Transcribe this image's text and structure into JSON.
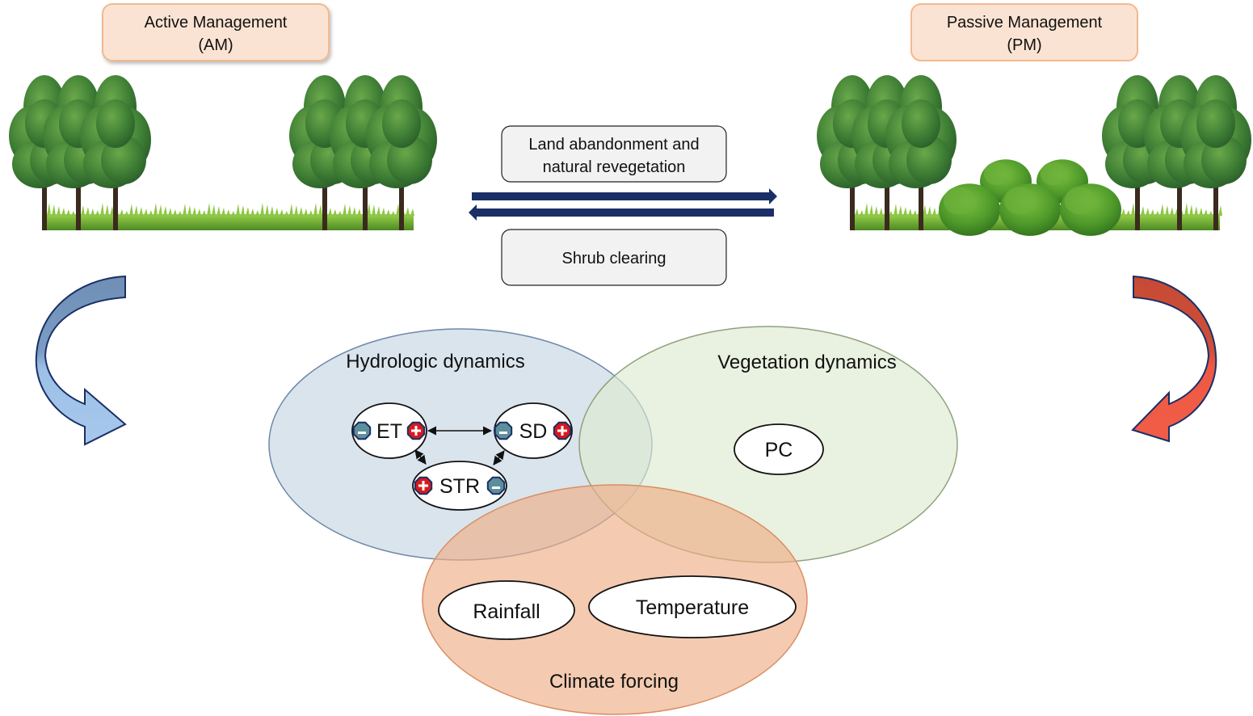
{
  "figure": {
    "management": {
      "active": {
        "line1": "Active Management",
        "line2": "(AM)"
      },
      "passive": {
        "line1": "Passive Management",
        "line2": "(PM)"
      }
    },
    "transitions": {
      "forward": {
        "line1": "Land abandonment and",
        "line2": "natural revegetation",
        "direction": "AM to PM"
      },
      "backward": {
        "label": "Shrub clearing",
        "direction": "PM to AM"
      }
    },
    "venn": {
      "hydrologic": {
        "title": "Hydrologic dynamics",
        "color": "#c9d9e6"
      },
      "vegetation": {
        "title": "Vegetation dynamics",
        "color": "#dde9cf"
      },
      "climate": {
        "title": "Climate forcing",
        "color": "#f0b895"
      }
    },
    "nodes": {
      "et": {
        "label": "ET",
        "left_sign": "-",
        "right_sign": "+"
      },
      "sd": {
        "label": "SD",
        "left_sign": "-",
        "right_sign": "+"
      },
      "str": {
        "label": "STR",
        "left_sign": "+",
        "right_sign": "-"
      },
      "pc": {
        "label": "PC"
      },
      "rainfall": {
        "label": "Rainfall"
      },
      "temperature": {
        "label": "Temperature"
      }
    },
    "colors": {
      "box_fill": "#fbe3d3",
      "box_border": "#f2b98f",
      "transition_box_fill": "#f2f2f2",
      "arrow_navy": "#1a2f66",
      "am_arrow_blue": "#8eb4e0",
      "pm_arrow_red": "#e2533d",
      "sign_negative": "#5c8f9b",
      "sign_positive": "#d8191c"
    }
  }
}
